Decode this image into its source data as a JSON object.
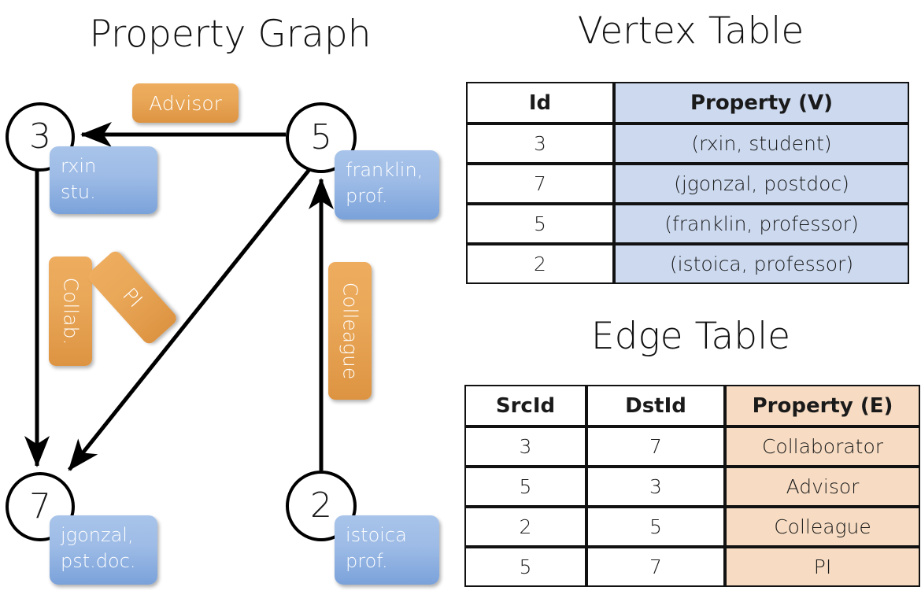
{
  "titles": {
    "property_graph": "Property Graph",
    "vertex_table": "Vertex Table",
    "edge_table": "Edge Table"
  },
  "graph": {
    "nodes": [
      {
        "id": "3",
        "property": "rxin\nstu."
      },
      {
        "id": "5",
        "property": "franklin,\nprof."
      },
      {
        "id": "7",
        "property": "jgonzal,\npst.doc."
      },
      {
        "id": "2",
        "property": "istoica\nprof."
      }
    ],
    "node_labels": {
      "n3": "3",
      "n5": "5",
      "n7": "7",
      "n2": "2"
    },
    "property_boxes": {
      "rxin_line1": "rxin",
      "rxin_line2": "stu.",
      "franklin_line1": "franklin,",
      "franklin_line2": "prof.",
      "jgonzal_line1": "jgonzal,",
      "jgonzal_line2": "pst.doc.",
      "istoica_line1": "istoica",
      "istoica_line2": "prof."
    },
    "edge_labels": {
      "advisor": "Advisor",
      "collab": "Collab.",
      "pi": "PI",
      "colleague": "Colleague"
    }
  },
  "vertex_table": {
    "headers": [
      "Id",
      "Property (V)"
    ],
    "rows": [
      {
        "id": "3",
        "property": "(rxin, student)"
      },
      {
        "id": "7",
        "property": "(jgonzal, postdoc)"
      },
      {
        "id": "5",
        "property": "(franklin, professor)"
      },
      {
        "id": "2",
        "property": "(istoica, professor)"
      }
    ]
  },
  "edge_table": {
    "headers": [
      "SrcId",
      "DstId",
      "Property (E)"
    ],
    "rows": [
      {
        "src": "3",
        "dst": "7",
        "property": "Collaborator"
      },
      {
        "src": "5",
        "dst": "3",
        "property": "Advisor"
      },
      {
        "src": "2",
        "dst": "5",
        "property": "Colleague"
      },
      {
        "src": "5",
        "dst": "7",
        "property": "PI"
      }
    ]
  },
  "colors": {
    "vertex_property_bg": "#ccd9ef",
    "edge_property_bg": "#f7dcc3",
    "node_property_box": "#9dbbe6",
    "edge_label_box": "#e9a758",
    "stroke": "#000000",
    "background": "#ffffff"
  }
}
